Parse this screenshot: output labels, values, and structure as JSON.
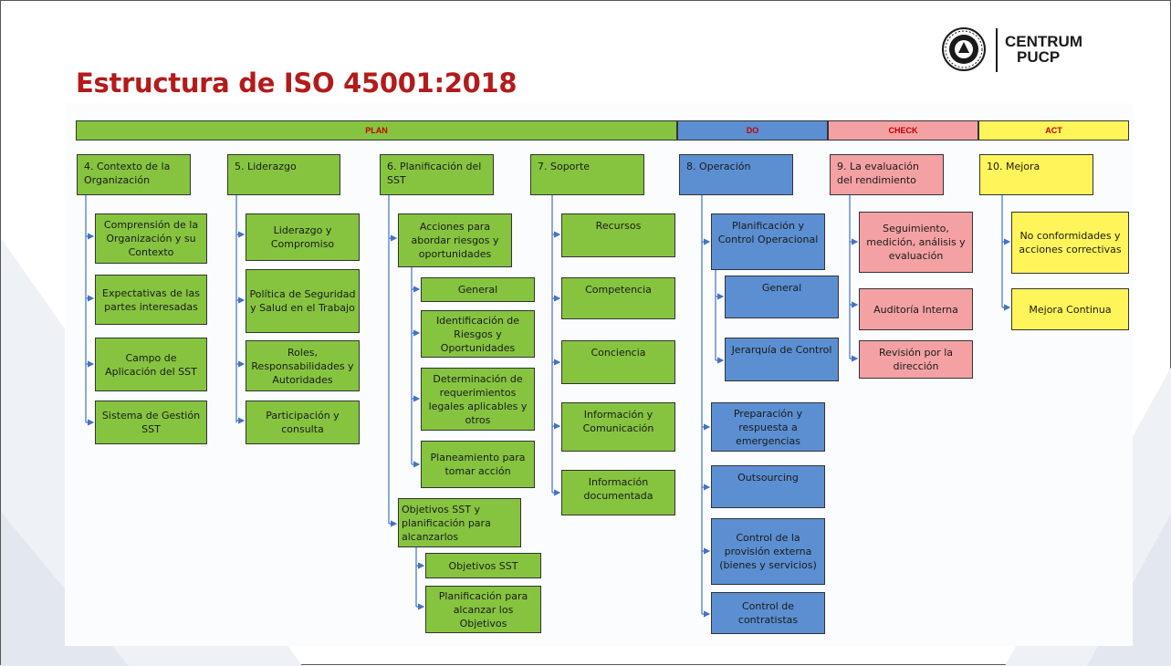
{
  "slide": {
    "title": "Estructura de ISO 45001:2018",
    "logo": {
      "line1": "CENTRUM",
      "line2": "PUCP",
      "emblem": "pucp-seal-icon"
    }
  },
  "phases": {
    "plan": "PLAN",
    "do": "DO",
    "check": "CHECK",
    "act": "ACT"
  },
  "colors": {
    "plan": "#86c440",
    "do": "#5b8fd2",
    "check": "#f4a1a4",
    "act": "#fff55a",
    "title": "#b31b1b",
    "phase_text": "#c00000"
  },
  "columns": {
    "c4": {
      "header": "4. Contexto de la Organización",
      "items": [
        "Comprensión de la Organización y su Contexto",
        "Expectativas de las partes interesadas",
        "Campo de Aplicación del SST",
        "Sistema de Gestión SST"
      ]
    },
    "c5": {
      "header": "5. Liderazgo",
      "items": [
        "Liderazgo y Compromiso",
        "Política de Seguridad y Salud en el Trabajo",
        "Roles, Responsabilidades y Autoridades",
        "Participación y consulta"
      ]
    },
    "c6": {
      "header": "6. Planificación del SST",
      "group1": {
        "label": "Acciones para abordar riesgos y oportunidades",
        "items": [
          "General",
          "Identificación de Riesgos y Oportunidades",
          "Determinación de requerimientos legales aplicables y otros",
          "Planeamiento para tomar acción"
        ]
      },
      "group2": {
        "label": "Objetivos SST y planificación para alcanzarlos",
        "items": [
          "Objetivos SST",
          "Planificación para alcanzar los Objetivos"
        ]
      }
    },
    "c7": {
      "header": "7. Soporte",
      "items": [
        "Recursos",
        "Competencia",
        "Conciencia",
        "Información y Comunicación",
        "Información documentada"
      ]
    },
    "c8": {
      "header": "8. Operación",
      "group1": {
        "label": "Planificación y Control Operacional",
        "items": [
          "General",
          "Jerarquía de Control"
        ]
      },
      "items": [
        "Preparación y respuesta a emergencias",
        "Outsourcing",
        "Control de la provisión externa (bienes y servicios)",
        "Control de contratistas"
      ]
    },
    "c9": {
      "header": "9. La evaluación del rendimiento",
      "items": [
        "Seguimiento, medición, análisis y evaluación",
        "Auditoría Interna",
        "Revisión por la dirección"
      ]
    },
    "c10": {
      "header": "10. Mejora",
      "items": [
        "No conformidades y acciones correctivas",
        "Mejora Continua"
      ]
    }
  }
}
